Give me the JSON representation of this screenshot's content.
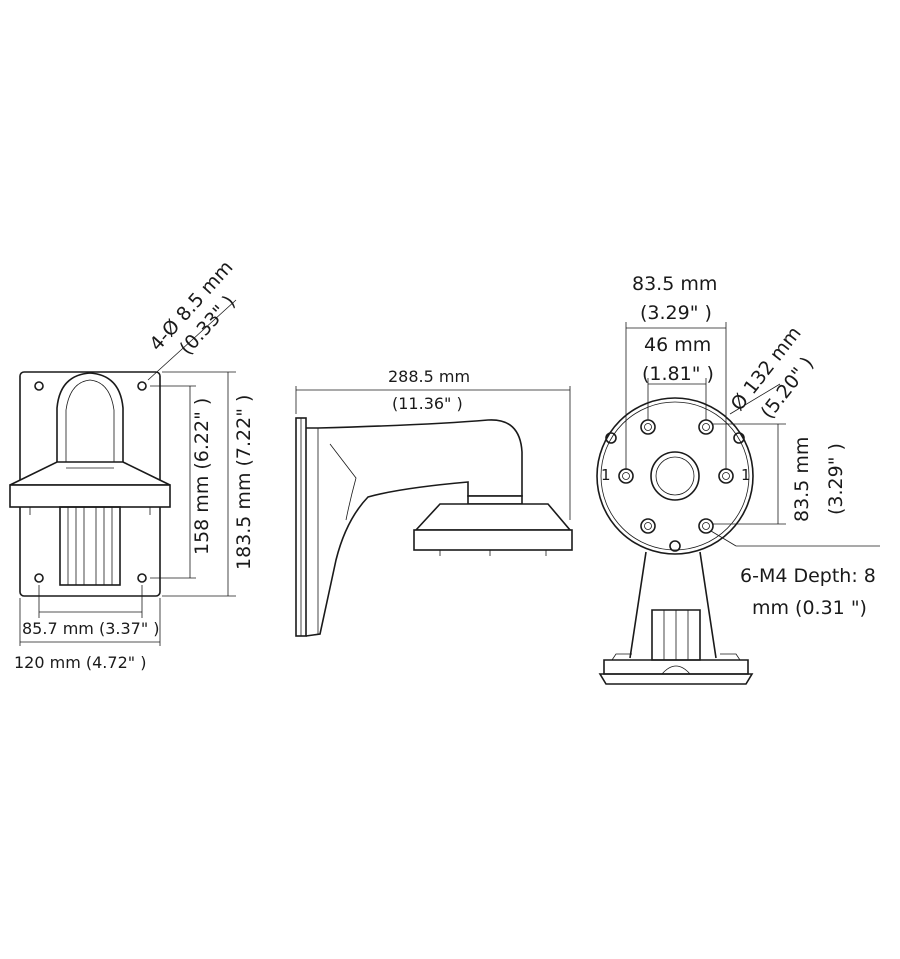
{
  "front_view": {
    "hole_spec": "4-Ø 8.5 mm",
    "hole_spec_in": "(0.33\" )",
    "height_inner": "158 mm (6.22\" )",
    "height_outer": "183.5 mm (7.22\" )",
    "width_inner": "85.7 mm (3.37\" )",
    "width_outer": "120 mm (4.72\" )"
  },
  "side_view": {
    "length_mm": "288.5 mm",
    "length_in": "(11.36\" )"
  },
  "top_view": {
    "spacing_outer_mm": "83.5 mm",
    "spacing_outer_in": "(3.29\" )",
    "spacing_inner_mm": "46 mm",
    "spacing_inner_in": "(1.81\" )",
    "diameter_mm": "Ø 132 mm",
    "diameter_in": "(5.20\" )",
    "vertical_mm": "83.5 mm",
    "vertical_in": "(3.29\" )",
    "thread_line1": "6-M4 Depth: 8",
    "thread_line2": "mm (0.31 \")",
    "hole_mark_left": "1",
    "hole_mark_right": "1"
  }
}
